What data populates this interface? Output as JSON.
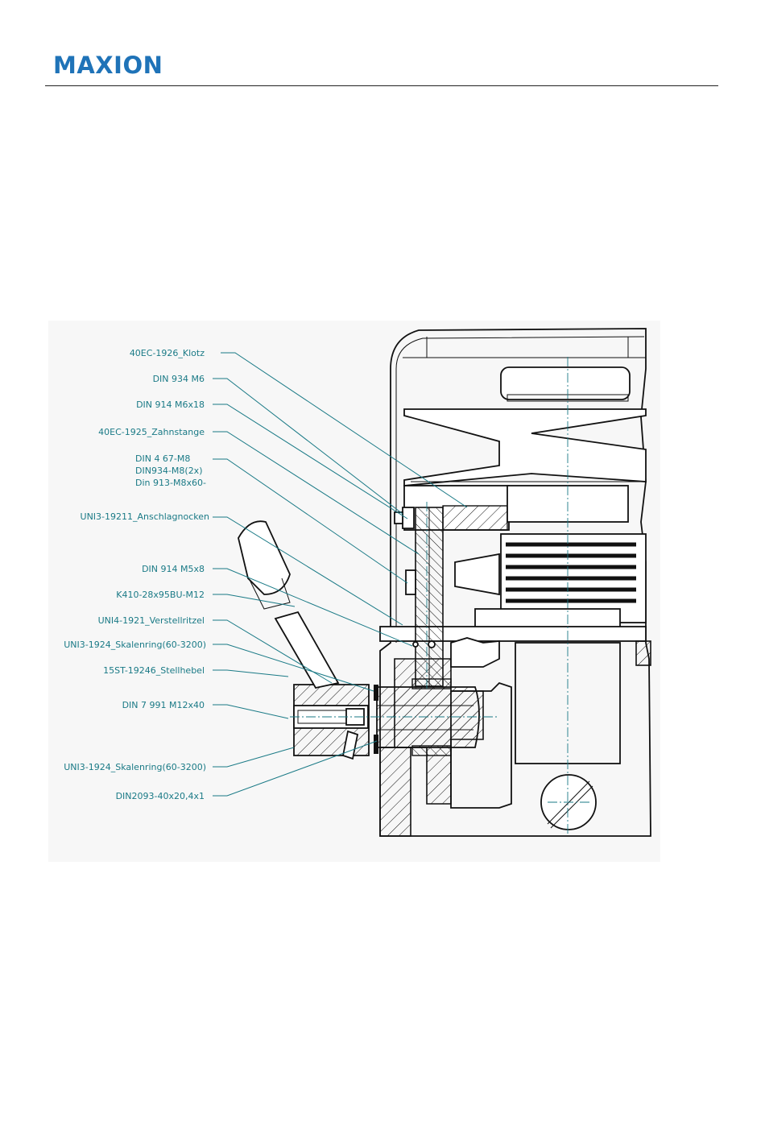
{
  "header": {
    "logo_text": "MAXION",
    "brand_color": "#1f73b8"
  },
  "callout_color": "#1a7a86",
  "callouts": [
    {
      "label": "40EC-1926_Klotz"
    },
    {
      "label": "DIN 934  M6"
    },
    {
      "label": "DIN  914  M6x18"
    },
    {
      "label": "40EC-1925_Zahnstange"
    },
    {
      "label": "DIN 4 67-M8"
    },
    {
      "label": "DIN934-M8(2x)"
    },
    {
      "label": "Din 913-M8x60-"
    },
    {
      "label": "UNI3-19211_Anschlagnocken"
    },
    {
      "label": "DIN  914  M5x8"
    },
    {
      "label": "K410-28x95BU-M12"
    },
    {
      "label": "UNI4-1921_Verstellritzel"
    },
    {
      "label": "UNI3-1924_Skalenring(60-3200)"
    },
    {
      "label": "15ST-19246_Stellhebel"
    },
    {
      "label": "DIN 7 991 M12x40"
    },
    {
      "label": "UNI3-1924_Skalenring(60-3200)"
    },
    {
      "label": "DIN2093-40x20,4x1"
    }
  ]
}
